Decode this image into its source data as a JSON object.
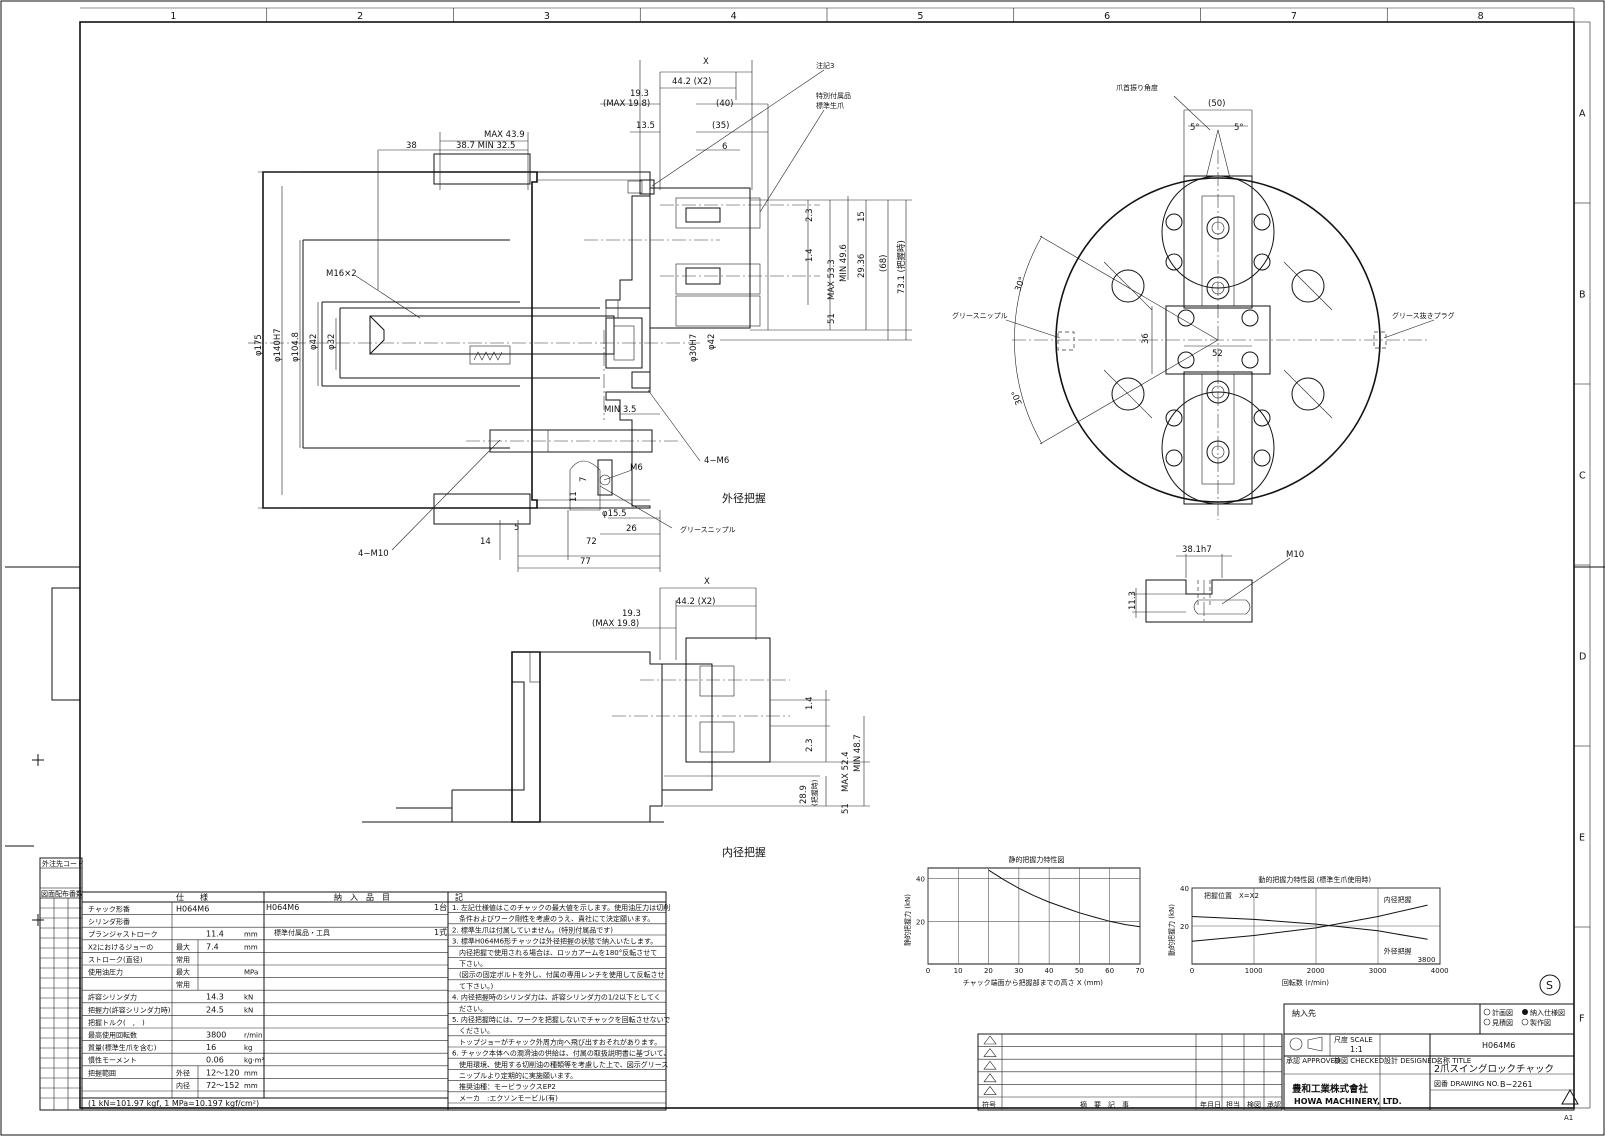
{
  "border": {
    "zones_top": [
      "1",
      "2",
      "3",
      "4",
      "5",
      "6",
      "7",
      "8"
    ],
    "zones_side": [
      "A",
      "B",
      "C",
      "D",
      "E",
      "F"
    ]
  },
  "front_view": {
    "dims": {
      "x": "X",
      "x2": "44.2 (X2)",
      "d19": "19.3",
      "d19max": "(MAX 19.8)",
      "d40": "(40)",
      "d135": "13.5",
      "d35": "(35)",
      "d6": "6",
      "d38": "38",
      "max439": "MAX 43.9",
      "min325": "38.7 MIN 32.5",
      "d23": "2.3",
      "d15": "15",
      "d14": "1.4",
      "max533": "MAX 53.3",
      "min496": "MIN 49.6",
      "d2936": "29.36",
      "d68": "(68)",
      "d731": "73.1 (把握時)",
      "dphi175": "φ175",
      "dphi140": "φ140H7",
      "dphi1048": "φ104.8",
      "dphi42a": "φ42",
      "dphi32": "φ32",
      "dphi30": "φ30H7",
      "dphi42b": "φ42",
      "dmin35": "MIN 3.5",
      "d11": "11",
      "d7": "7",
      "dphi155": "φ15.5",
      "d26": "26",
      "d14b": "14",
      "d5": "5",
      "d72": "72",
      "d77": "77",
      "d51": "51"
    },
    "callouts": {
      "note3": "注記3",
      "special_jaw1": "特別付属品",
      "special_jaw2": "標準生爪",
      "m16": "M16×2",
      "m6": "M6",
      "four_m6": "4−M6",
      "four_m10": "4−M10",
      "grease": "グリースニップル",
      "ext_grip": "外径把握"
    }
  },
  "lower_view": {
    "dims": {
      "x": "X",
      "x2": "44.2 (X2)",
      "d19": "19.3",
      "d19max": "(MAX 19.8)",
      "d14": "1.4",
      "d23": "2.3",
      "max524": "MAX 52.4",
      "min487": "MIN 48.7",
      "d289": "28.9",
      "d289sub": "(把握時)",
      "d51": "51"
    },
    "caption": "内径把握"
  },
  "top_view": {
    "angle_label": "爪首振り角度",
    "d50": "(50)",
    "a5l": "5°",
    "a5r": "5°",
    "a30a": "30°",
    "a30b": "30°",
    "d36": "36",
    "d52": "52",
    "grease_nipple": "グリースニップル",
    "grease_plug": "グリース抜きプラグ"
  },
  "jaw_detail": {
    "d381": "38.1h7",
    "m10": "M10",
    "d113": "11.3"
  },
  "chart_data": [
    {
      "type": "line",
      "title": "静的把握力特性図",
      "xlabel": "チャック端面から把握部までの高さ X (mm)",
      "ylabel": "静的把握力 (kN)",
      "x_ticks": [
        0,
        10,
        20,
        30,
        40,
        50,
        60,
        70
      ],
      "y_ticks": [
        20,
        40
      ],
      "xlim": [
        0,
        70
      ],
      "ylim": [
        0,
        45
      ],
      "grid": true,
      "series": [
        {
          "x": [
            20,
            25,
            30,
            35,
            40,
            45,
            50,
            55,
            60,
            65,
            70
          ],
          "y": [
            44,
            39.5,
            35.5,
            32,
            29,
            26.5,
            24,
            22,
            20,
            18.5,
            17.5
          ]
        }
      ]
    },
    {
      "type": "line",
      "title": "動的把握力特性図 (標準生爪使用時)",
      "xlabel": "回転数 (r/min)",
      "ylabel": "動的把握力 (kN)",
      "x_ticks": [
        0,
        1000,
        2000,
        3000,
        4000
      ],
      "y_ticks": [
        20,
        40
      ],
      "xlim": [
        0,
        4000
      ],
      "ylim": [
        0,
        40
      ],
      "grid": true,
      "annotation_pos": "把握位置　X=X2",
      "annotation_end": "3800",
      "series": [
        {
          "name": "内径把握",
          "x": [
            0,
            1000,
            2000,
            3000,
            3800
          ],
          "y": [
            12,
            15,
            19,
            25,
            31
          ]
        },
        {
          "name": "外径把握",
          "x": [
            0,
            1000,
            2000,
            3000,
            3800
          ],
          "y": [
            25,
            23.5,
            21,
            17.5,
            13
          ]
        }
      ]
    }
  ],
  "spec_table": {
    "headers": [
      "仕　　様",
      "納　入　品　目",
      "記"
    ],
    "rows": [
      {
        "label": "チャック形番",
        "sub": "",
        "value": "H064M6",
        "unit": ""
      },
      {
        "label": "シリンダ形番",
        "sub": "",
        "value": "",
        "unit": ""
      },
      {
        "label": "プランジャストローク",
        "sub": "",
        "value": "11.4",
        "unit": "mm"
      },
      {
        "label": "X2におけるジョーの",
        "sub": "最大",
        "value": "7.4",
        "unit": "mm"
      },
      {
        "label": "ストローク(直径)",
        "sub": "常用",
        "value": "",
        "unit": ""
      },
      {
        "label": "使用油圧力",
        "sub": "最大",
        "value": "",
        "unit": "MPa"
      },
      {
        "label": "",
        "sub": "常用",
        "value": "",
        "unit": ""
      },
      {
        "label": "許容シリンダ力",
        "sub": "",
        "value": "14.3",
        "unit": "kN"
      },
      {
        "label": "把握力(許容シリンダ力時)",
        "sub": "",
        "value": "24.5",
        "unit": "kN"
      },
      {
        "label": "把握トルク(　,　)",
        "sub": "",
        "value": "",
        "unit": ""
      },
      {
        "label": "最高使用回転数",
        "sub": "",
        "value": "3800",
        "unit": "r/min"
      },
      {
        "label": "質量(標準生爪を含む)",
        "sub": "",
        "value": "16",
        "unit": "kg"
      },
      {
        "label": "慣性モーメント",
        "sub": "",
        "value": "0.06",
        "unit": "kg·m²"
      },
      {
        "label": "把握範囲",
        "sub": "外径",
        "value": "12〜120",
        "unit": "mm"
      },
      {
        "label": "",
        "sub": "内径",
        "value": "72〜152",
        "unit": "mm"
      }
    ],
    "footer": "(1 kN=101.97 kgf, 1 MPa=10.197 kgf/cm²)",
    "items": [
      {
        "name": "H064M6",
        "qty": "1台"
      },
      {
        "name": "標準付属品・工具",
        "qty": "1式"
      }
    ],
    "notes": [
      "1. 左記仕様値はこのチャックの最大値を示します。使用油圧力は切削",
      "　条件およびワーク剛性を考慮のうえ、貴社にて決定願います。",
      "2. 標準生爪は付属していません。(特別付属品です)",
      "3. 標準H064M6形チャックは外径把握の状態で納入いたします。",
      "　内径把握で使用される場合は、ロッカアームを180°反転させて",
      "　下さい。",
      "　(図示の固定ボルトを外し、付属の専用レンチを使用して反転させ",
      "　て下さい。)",
      "4. 内径把握時のシリンダ力は、許容シリンダ力の1/2以下としてく",
      "　ださい。",
      "5. 内径把握時には、ワークを把握しないでチャックを回転させないで",
      "　ください。",
      "　トップジョーがチャック外周方向へ飛び出すおそれがあります。",
      "6. チャック本体への潤滑油の供給は、付属の取扱説明書に基づいて、",
      "　使用環境、使用する切削油の種類等を考慮した上で、図示グリース",
      "　ニップルより定期的に実施願います。",
      "　推奨油種：モービラックスEP2",
      "　メーカ　:エクソンモービル(有)"
    ]
  },
  "left_strip": {
    "title": "外注先コード",
    "sub": "図面配布番数"
  },
  "title_block": {
    "customer_label": "納入先",
    "legend": [
      "計画図",
      "納入仕様図",
      "見積図",
      "製作図"
    ],
    "scale_label": "尺度 SCALE",
    "scale": "1:1",
    "approved": "承認 APPROVED",
    "checked": "検図 CHECKED",
    "designed": "設計 DESIGNED",
    "name_label": "名称 TITLE",
    "model": "H064M6",
    "title": "2爪スイングロックチャック",
    "company_jp": "豊和工業株式會社",
    "company_en": "HOWA MACHINERY, LTD.",
    "drawing_no_label": "図番 DRAWING NO.",
    "drawing_no": "B−2261",
    "revision_headers": [
      "符号",
      "摘　要　記　事",
      "年月日",
      "担当",
      "検図",
      "承認"
    ],
    "s_mark": "S",
    "sheet_size": "A1"
  }
}
